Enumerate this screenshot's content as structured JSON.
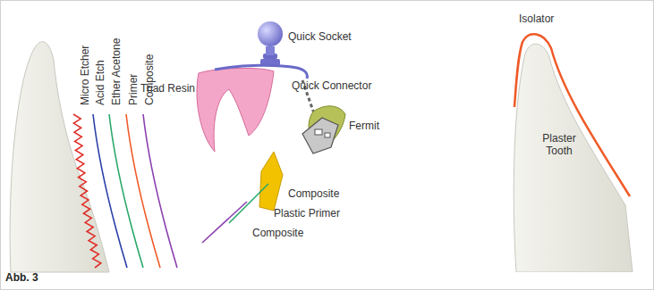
{
  "diagram": {
    "caption": "Abb. 3",
    "nodes": [
      {
        "text": [
          "Plaster Tooth"
        ]
      }
    ],
    "labels": [
      "Micro Etcher",
      "Acid Etch",
      "Ether Acetone",
      "Primer",
      "Composite",
      "Quick Socket",
      "Triad Resin",
      "Quick Connector",
      "Fermit",
      "Composite",
      "Plastic Primer",
      "Composite",
      "Isolator"
    ]
  }
}
